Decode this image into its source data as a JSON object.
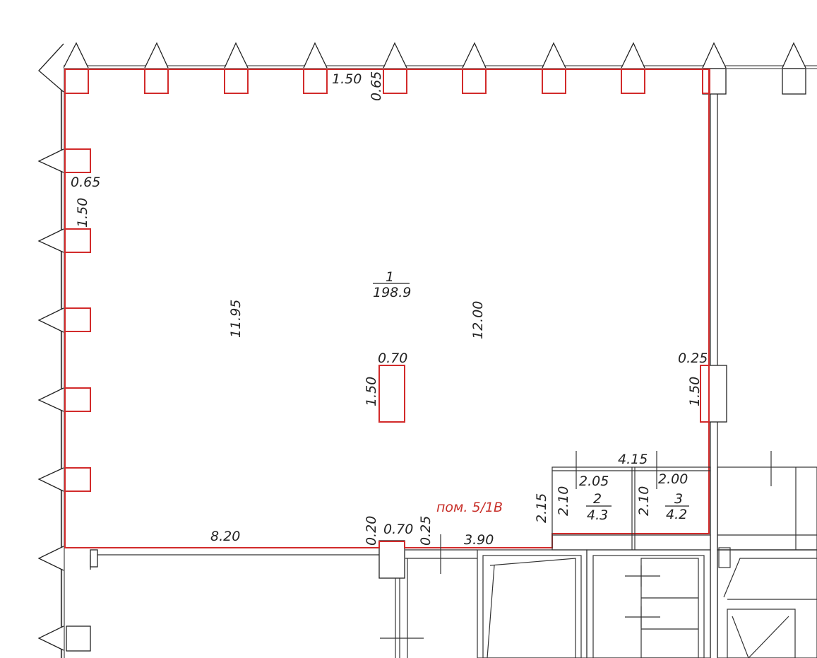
{
  "colors": {
    "wall": "#555555",
    "outline": "#d22b2b",
    "line": "#222222",
    "red_text": "#c8302a"
  },
  "labels": {
    "col_top": "1.50",
    "col_top_v": "0.65",
    "col_left": "0.65",
    "col_left_v": "1.50",
    "room1_num": "1",
    "room1_area": "198.9",
    "len_left": "11.95",
    "len_mid": "12.00",
    "center_col_w": "0.70",
    "center_col_h": "1.50",
    "right_col_w": "0.25",
    "right_col_h": "1.50",
    "bottom_left": "8.20",
    "bottom_col_h": "0.20",
    "bottom_col_w": "0.70",
    "bottom_gap": "0.25",
    "bottom_right": "3.90",
    "rooms_width": "4.15",
    "rooms_height": "2.15",
    "room2_width": "2.05",
    "room2_height": "2.10",
    "room2_num": "2",
    "room2_area": "4.3",
    "room3_width": "2.00",
    "room3_height": "2.10",
    "room3_num": "3",
    "room3_area": "4.2",
    "premises": "пом. 5/1В"
  }
}
